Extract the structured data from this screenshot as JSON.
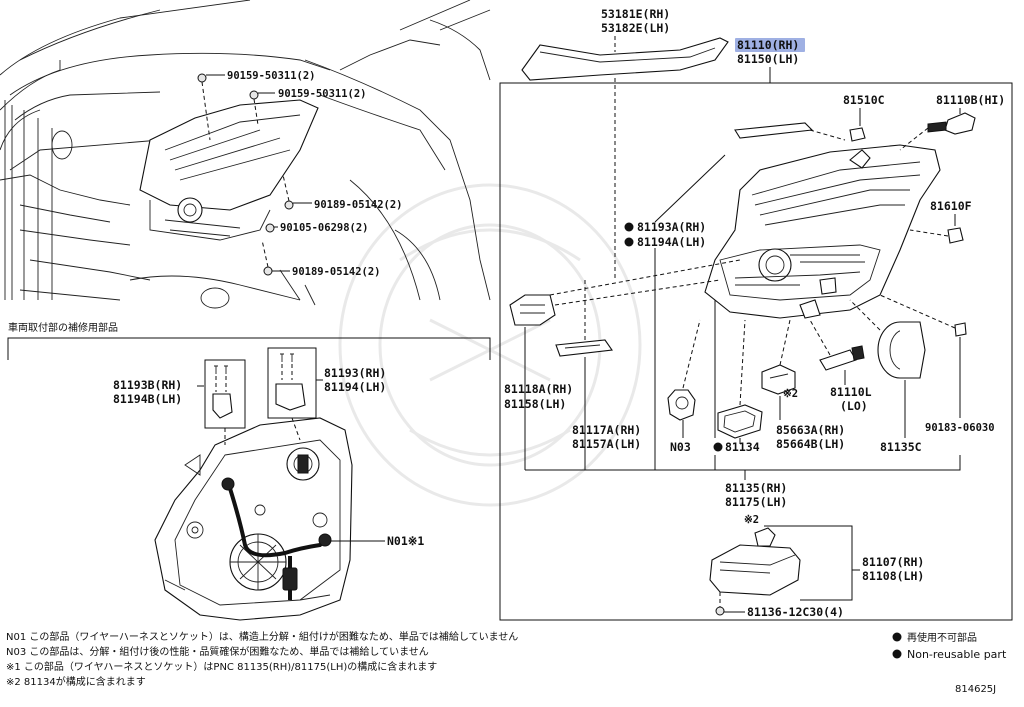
{
  "parts": {
    "p53181": "53181E(RH)",
    "p53182": "53182E(LH)",
    "p81110": "81110(RH)",
    "p81150": "81150(LH)",
    "p90159a": "90159-50311(2)",
    "p90159b": "90159-50311(2)",
    "p90189a": "90189-05142(2)",
    "p90105": "90105-06298(2)",
    "p90189b": "90189-05142(2)",
    "p81510": "81510C",
    "p81110b": "81110B(HI)",
    "p81610": "81610F",
    "p81193a": "81193A(RH)",
    "p81194a": "81194A(LH)",
    "p81118a": "81118A(RH)",
    "p81158": "81158(LH)",
    "p81117a": "81117A(RH)",
    "p81157a": "81157A(LH)",
    "pN03": "N03",
    "p81134": "81134",
    "p85663a": "85663A(RH)",
    "p85664b": "85664B(LH)",
    "p81110l": "81110L",
    "p81110l_lo": "(LO)",
    "p90183": "90183-06030",
    "p81135c": "81135C",
    "p81135": "81135(RH)",
    "p81175": "81175(LH)",
    "p81107": "81107(RH)",
    "p81108": "81108(LH)",
    "p81136": "81136-12C30(4)",
    "p81193b": "81193B(RH)",
    "p81194b": "81194B(LH)",
    "p81193": "81193(RH)",
    "p81194": "81194(LH)",
    "pN01": "N01※1",
    "mark2a": "※2",
    "mark2b": "※2"
  },
  "section_title": "車両取付部の補修用部品",
  "notes": [
    "N01 この部品（ワイヤーハーネスとソケット）は、構造上分解・組付けが困難なため、単品では補給していません",
    "N03 この部品は、分解・組付け後の性能・品質確保が困難なため、単品では補給していません",
    "※1 この部品（ワイヤハーネスとソケット）はPNC 81135(RH)/81175(LH)の構成に含まれます",
    "※2 81134が構成に含まれます"
  ],
  "legend": {
    "jp": "再使用不可部品",
    "en": "Non-reusable part"
  },
  "diagram_id": "814625J",
  "colors": {
    "highlight": "#9fb0e3",
    "ink": "#111111"
  }
}
